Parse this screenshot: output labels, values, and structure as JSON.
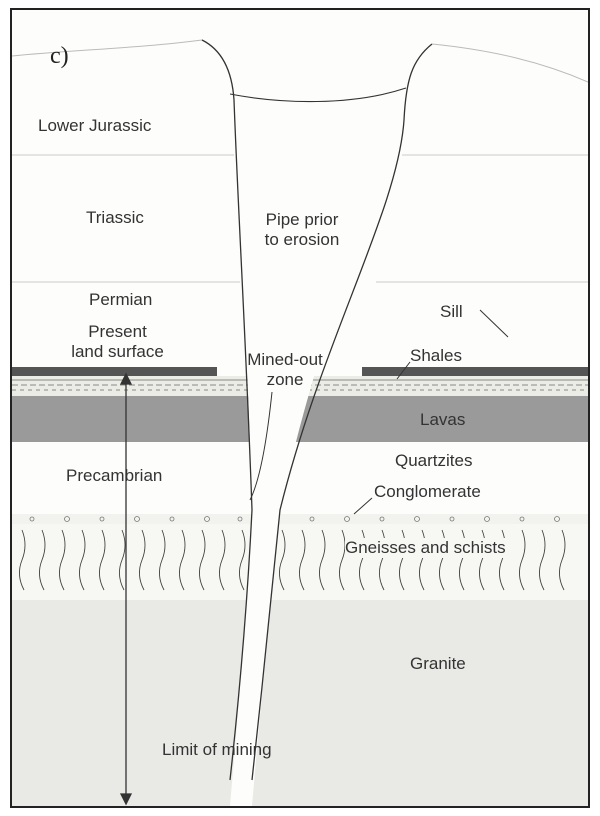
{
  "figure": {
    "panel_label": "c)",
    "layers": {
      "lower_jurassic": "Lower Jurassic",
      "triassic": "Triassic",
      "permian": "Permian",
      "present_land_surface_1": "Present",
      "present_land_surface_2": "land surface",
      "sill": "Sill",
      "shales": "Shales",
      "lavas": "Lavas",
      "quartzites": "Quartzites",
      "conglomerate": "Conglomerate",
      "gneisses": "Gneisses and schists",
      "granite": "Granite",
      "precambrian": "Precambrian"
    },
    "pipe": {
      "prior_1": "Pipe prior",
      "prior_2": "to erosion",
      "mined_1": "Mined-out",
      "mined_2": "zone",
      "limit": "Limit of mining"
    },
    "colors": {
      "sill": "#555555",
      "lavas": "#9a9a9a",
      "granite": "#e9e9e6",
      "line": "#333333"
    }
  }
}
